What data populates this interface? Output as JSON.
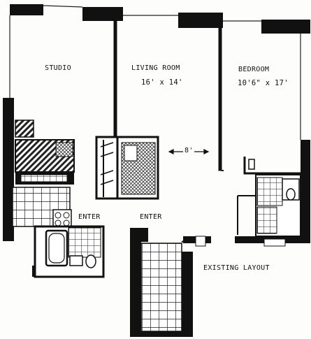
{
  "rooms": {
    "studio": {
      "name": "STUDIO"
    },
    "living_room": {
      "name": "LIVING ROOM",
      "dimensions": "16' x 14'"
    },
    "bedroom": {
      "name": "BEDROOM",
      "dimensions": "10'6\" x 17'"
    }
  },
  "passage_width": "8'",
  "entries": {
    "studio_entry": "ENTER",
    "main_entry": "ENTER"
  },
  "caption": "EXISTING LAYOUT",
  "colors": {
    "wall": "#111111",
    "line": "#222222",
    "paper": "#fdfdfb"
  }
}
